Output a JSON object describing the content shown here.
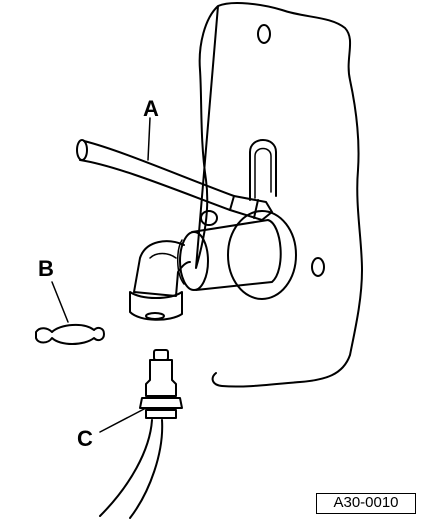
{
  "callouts": {
    "a": "A",
    "b": "B",
    "c": "C"
  },
  "figure_id": "A30-0010"
}
